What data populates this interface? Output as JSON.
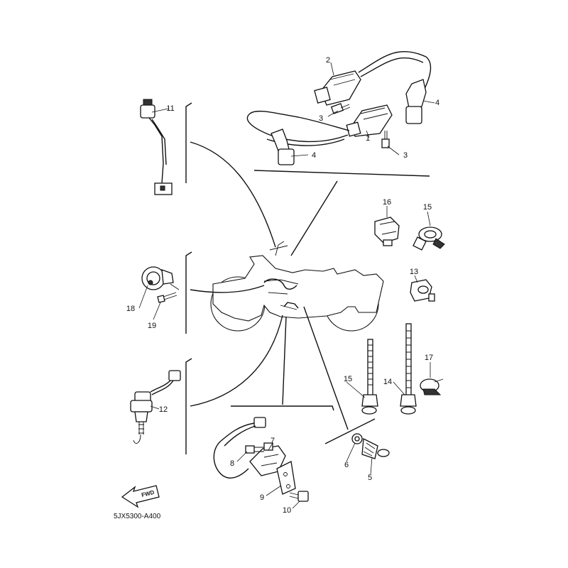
{
  "diagram": {
    "drawing_code": "5JX5300-A400",
    "fwd_label": "FWD",
    "callouts": [
      {
        "id": "c1",
        "text": "1"
      },
      {
        "id": "c2",
        "text": "2"
      },
      {
        "id": "c3a",
        "text": "3"
      },
      {
        "id": "c3b",
        "text": "3"
      },
      {
        "id": "c4a",
        "text": "4"
      },
      {
        "id": "c4b",
        "text": "4"
      },
      {
        "id": "c5",
        "text": "5"
      },
      {
        "id": "c6",
        "text": "6"
      },
      {
        "id": "c7",
        "text": "7"
      },
      {
        "id": "c8",
        "text": "8"
      },
      {
        "id": "c9",
        "text": "9"
      },
      {
        "id": "c10",
        "text": "10"
      },
      {
        "id": "c11",
        "text": "11"
      },
      {
        "id": "c12",
        "text": "12"
      },
      {
        "id": "c13",
        "text": "13"
      },
      {
        "id": "c14",
        "text": "14"
      },
      {
        "id": "c15a",
        "text": "15"
      },
      {
        "id": "c15b",
        "text": "15"
      },
      {
        "id": "c16",
        "text": "16"
      },
      {
        "id": "c17",
        "text": "17"
      },
      {
        "id": "c18",
        "text": "18"
      },
      {
        "id": "c19",
        "text": "19"
      }
    ]
  }
}
